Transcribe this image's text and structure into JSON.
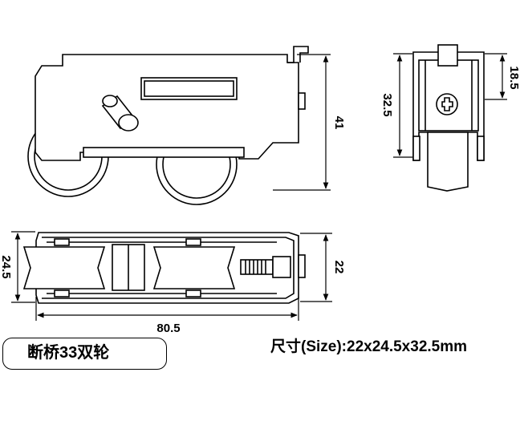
{
  "dimensions": {
    "height_side": "41",
    "width_bottom": "80.5",
    "width_top_view": "24.5",
    "width_top_view_right": "22",
    "end_height": "32.5",
    "end_top": "18.5"
  },
  "product_name": "断桥33双轮",
  "size_spec": "尺寸(Size):22x24.5x32.5mm",
  "colors": {
    "line": "#000000",
    "background": "#ffffff"
  }
}
